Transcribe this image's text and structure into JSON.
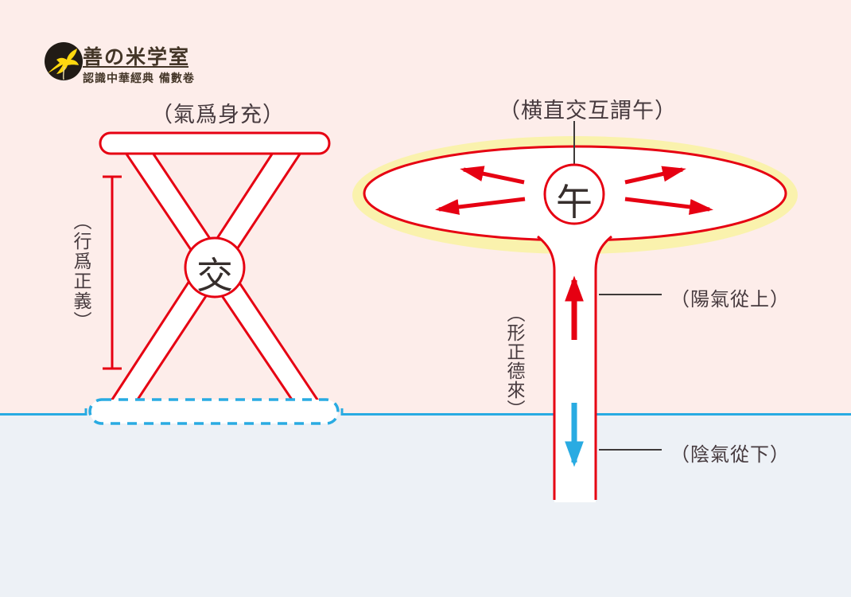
{
  "logo": {
    "title": "善の米学室",
    "subtitle": "認識中華經典 備數卷"
  },
  "left_figure": {
    "top_label": "（氣爲身充）",
    "side_label": "（行爲正義）",
    "center_char": "交"
  },
  "right_figure": {
    "top_label": "（横直交互謂午）",
    "center_char": "午",
    "stem_label": "（形正德來）",
    "upper_callout_label": "（陽氣從上）",
    "lower_callout_label": "（陰氣從下）"
  },
  "colors": {
    "red": "#e60012",
    "blue": "#29abe2",
    "glow_yellow": "#faf2ad",
    "bg_top_pink": "#fdedea",
    "bg_bottom_gray": "#edf1f6",
    "label_ink": "#463a3e",
    "logo_ink": "#433527",
    "bird_yellow": "#ffd80f"
  }
}
